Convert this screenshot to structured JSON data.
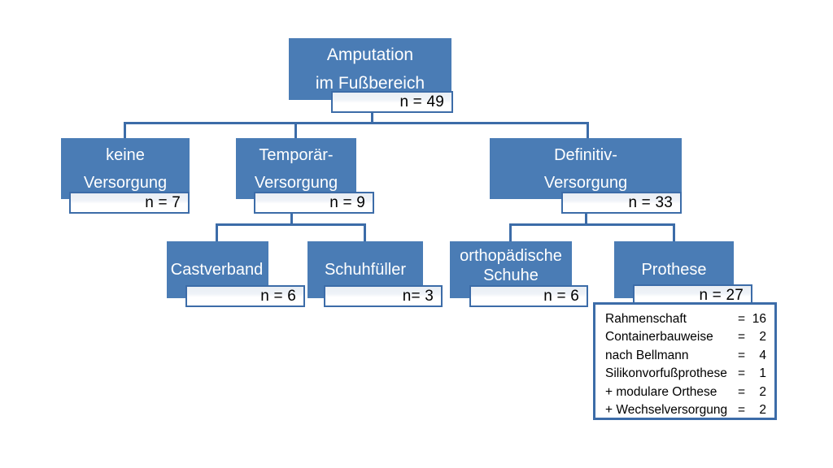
{
  "diagram": {
    "title_node": {
      "lines": [
        "Amputation",
        "im Fußbereich"
      ],
      "count": "n = 49"
    },
    "level2": [
      {
        "name": "keine-versorgung",
        "lines": [
          "keine",
          "Versorgung"
        ],
        "count": "n = 7"
      },
      {
        "name": "temporaer-versorgung",
        "lines": [
          "Temporär-",
          "Versorgung"
        ],
        "count": "n = 9"
      },
      {
        "name": "definitiv-versorgung",
        "lines": [
          "Definitiv-",
          "Versorgung"
        ],
        "count": "n = 33"
      }
    ],
    "level3": [
      {
        "name": "castverband",
        "lines": [
          "Castverband"
        ],
        "count": "n = 6"
      },
      {
        "name": "schuhfueller",
        "lines": [
          "Schuhfüller"
        ],
        "count": "n= 3"
      },
      {
        "name": "orthopaedische-schuhe",
        "lines": [
          "orthopädische",
          "Schuhe"
        ],
        "count": "n = 6"
      },
      {
        "name": "prothese",
        "lines": [
          "Prothese"
        ],
        "count": "n = 27"
      }
    ],
    "legend": {
      "rows": [
        {
          "label": "Rahmenschaft",
          "eq": "=",
          "value": "16"
        },
        {
          "label": "Containerbauweise",
          "eq": "=",
          "value": "2"
        },
        {
          "label": "nach Bellmann",
          "eq": "=",
          "value": "4"
        },
        {
          "label": "Silikonvorfußprothese",
          "eq": "=",
          "value": "1"
        },
        {
          "label": "+ modulare Orthese",
          "eq": "=",
          "value": "2"
        },
        {
          "label": "+ Wechselversorgung",
          "eq": "=",
          "value": "2"
        }
      ]
    },
    "colors": {
      "node_fill": "#4a7cb5",
      "line": "#3c6ca8",
      "count_border": "#3c6ca8",
      "node_text": "#ffffff",
      "count_text": "#000000",
      "background": "#ffffff"
    }
  }
}
